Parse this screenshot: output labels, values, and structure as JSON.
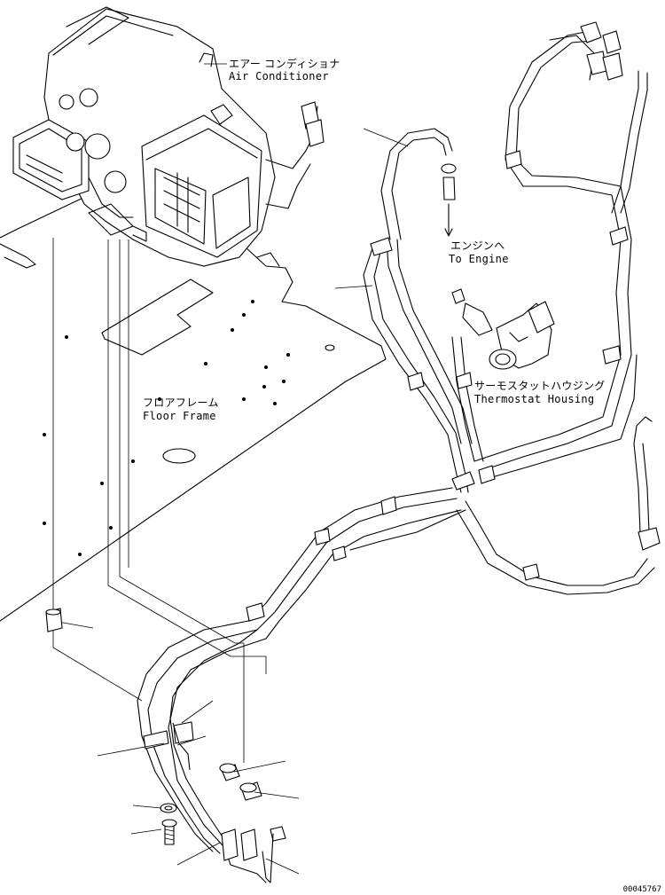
{
  "labels": {
    "air_conditioner": {
      "jp": "エアー コンディショナ",
      "en": "Air Conditioner"
    },
    "to_engine": {
      "jp": "エンジンへ",
      "en": "To Engine"
    },
    "thermostat_housing": {
      "jp": "サーモスタットハウジング",
      "en": "Thermostat Housing"
    },
    "floor_frame": {
      "jp": "フロアフレーム",
      "en": "Floor Frame"
    }
  },
  "drawing_number": "00045767"
}
